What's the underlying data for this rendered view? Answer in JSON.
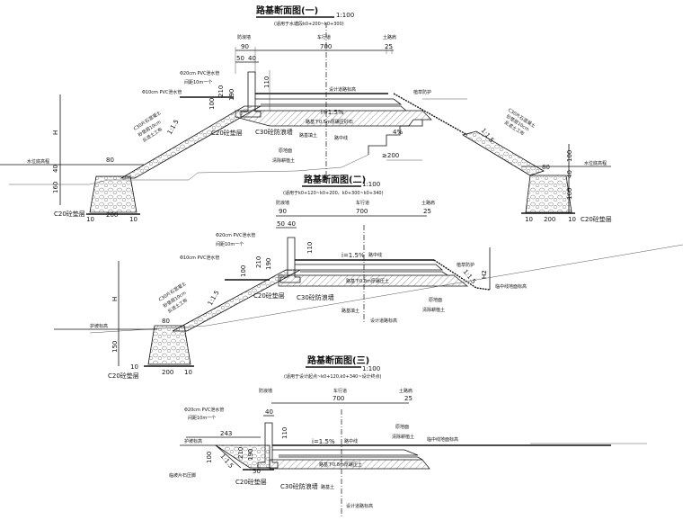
{
  "s1": {
    "title": "路基断面图(一)",
    "scale": "1:100",
    "subtitle": "(适用于水塘段k0+200~k0+300)",
    "labels": [
      "防浪墙",
      "车行道",
      "土路肩",
      "90",
      "700",
      "25",
      "50",
      "40",
      "Φ20cm PVC泄水管",
      "间距10m一个",
      "Φ10cm PVC泄水管",
      "210",
      "190",
      "110",
      "100",
      "设计道路标高",
      "i=1.5%",
      "路基下0.5m厚碾压砂石",
      "C20砼垫层",
      "C30砼防浪墙",
      "路基填土",
      "路中线",
      "原地面",
      "清除耕植土",
      "4%",
      "≥200",
      "植草防护",
      "C30片石混凝土",
      "砂垫层10cm",
      "反滤土工布",
      "1:1.5",
      "H",
      "水位底高程",
      "80",
      "40",
      "160",
      "C20砼垫层",
      "10",
      "200",
      "10",
      "1:1.5",
      "C30片石混凝土",
      "砂垫层10cm",
      "反滤土工布",
      "100",
      "水位底高程",
      "80",
      "40",
      "160",
      "10",
      "200",
      "10",
      "C20砼垫层"
    ]
  },
  "s2": {
    "title": "路基断面图(二)",
    "scale": "1:100",
    "subtitle": "(适用于k0+120~k0+200、k0+300~k0+340)",
    "labels": [
      "防浪墙",
      "车行道",
      "土路肩",
      "90",
      "700",
      "25",
      "50",
      "40",
      "Φ20cm PVC泄水管",
      "间距10m一个",
      "Φ10cm PVC泄水管",
      "210",
      "190",
      "110",
      "100",
      "i=1.5%",
      "路中线",
      "路基下0.8m厚碾压土",
      "C20砼垫层",
      "C30砼防浪墙",
      "路基填土",
      "设计道路标高",
      "原地面",
      "清除耕植土",
      "植草防护",
      "1:1.5",
      "H2",
      "临中线地面标高",
      "C30片石混凝土",
      "砂垫层10cm",
      "反滤土工布",
      "1:1.5",
      "H",
      "护坡标高",
      "80",
      "150",
      "10",
      "C20砼垫层",
      "200",
      "10"
    ]
  },
  "s3": {
    "title": "路基断面图(三)",
    "scale": "1:100",
    "subtitle": "(适用于设计起点~k0+120,k0+340~设计终点)",
    "labels": [
      "防浪墙",
      "车行道",
      "土路肩",
      "700",
      "25",
      "40",
      "Φ20cm PVC泄水管",
      "间距10m一个",
      "243",
      "护坡标高",
      "210",
      "190",
      "110",
      "100",
      "1:1.5",
      "i=1.5%",
      "路中线",
      "原地面",
      "清除耕植土",
      "临中线地面标高",
      "路基下0.8m厚碾压土",
      "50",
      "C20砼垫层",
      "C30砼防浪墙",
      "临坡片石压脚",
      "路基土",
      "设计道路标高"
    ]
  }
}
